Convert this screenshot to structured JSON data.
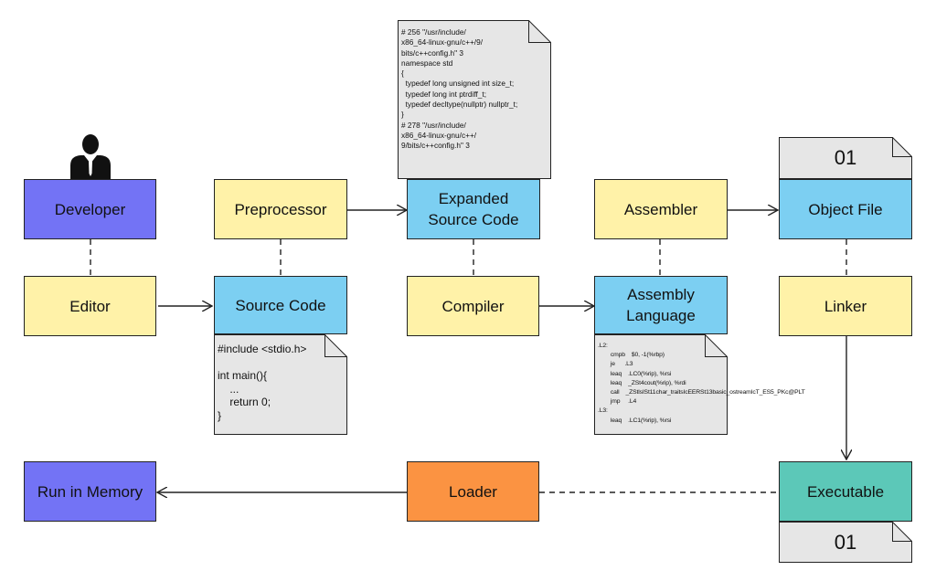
{
  "colors": {
    "developer": "#7373f5",
    "tool": "#fff2a8",
    "artifact": "#7ccff2",
    "executable": "#5cc8b8",
    "loader": "#fb9342",
    "document": "#e6e6e6",
    "line": "#222222"
  },
  "icons": {
    "developer": "person-icon"
  },
  "nodes": {
    "developer": "Developer",
    "editor": "Editor",
    "preprocessor": "Preprocessor",
    "source_code": "Source Code",
    "expanded_source": "Expanded\nSource Code",
    "compiler": "Compiler",
    "assembler": "Assembler",
    "assembly_language": "Assembly\nLanguage",
    "object_file": "Object File",
    "linker": "Linker",
    "executable": "Executable",
    "loader": "Loader",
    "run_in_memory": "Run in Memory"
  },
  "documents": {
    "source_snippet": "#include <stdio.h>\n\nint main(){\n    ...\n    return 0;\n}",
    "expanded_snippet": "# 256 \"/usr/include/\nx86_64-linux-gnu/c++/9/\nbits/c++config.h\" 3\nnamespace std\n{\n  typedef long unsigned int size_t;\n  typedef long int ptrdiff_t;\n  typedef decltype(nullptr) nullptr_t;\n}\n# 278 \"/usr/include/\nx86_64-linux-gnu/c++/\n9/bits/c++config.h\" 3",
    "assembly_snippet": ".L2:\n        cmpb    $0, -1(%rbp)\n        je      .L3\n        leaq    .LC0(%rip), %rsi\n        leaq    _ZSt4cout(%rip), %rdi\n        call    _ZStlsISt11char_traitsIcEERSt13basic_ostreamIcT_ES5_PKc@PLT\n        jmp     .L4\n.L3:\n        leaq    .LC1(%rip), %rsi",
    "object_binary": "01",
    "executable_binary": "01"
  }
}
